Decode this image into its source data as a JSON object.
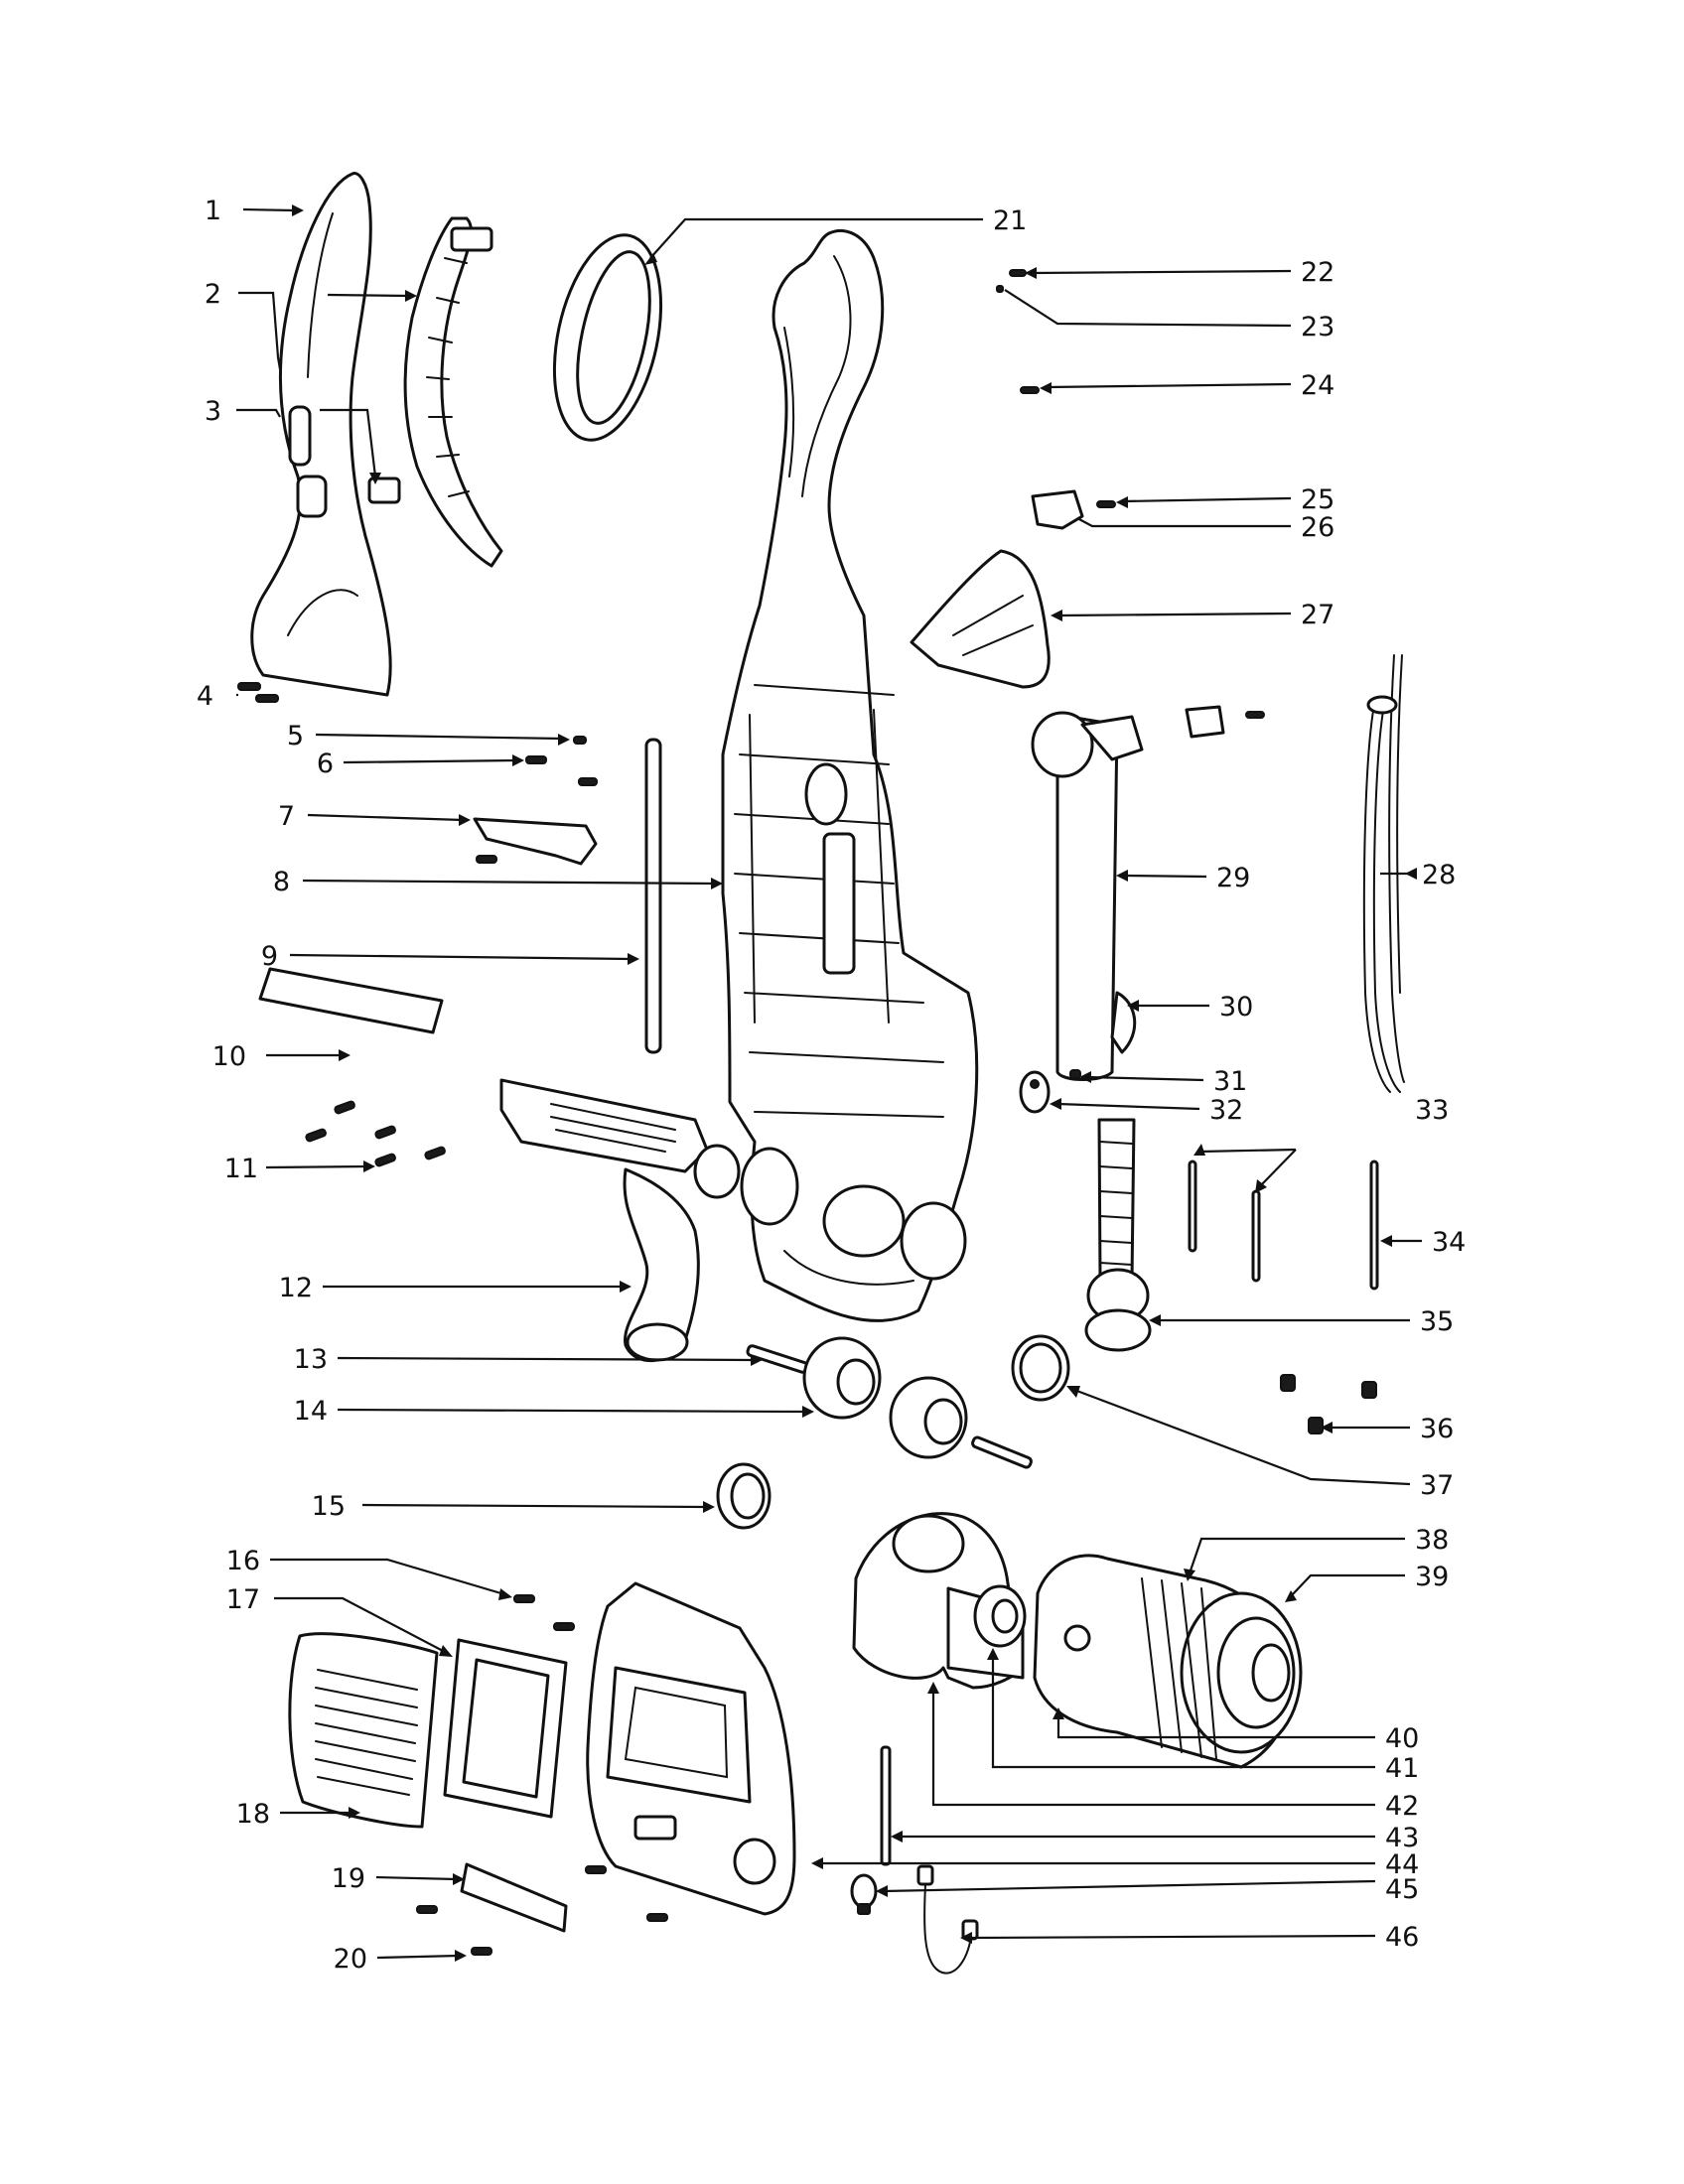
{
  "diagram": {
    "part_numbers": [
      "1",
      "2",
      "3",
      "4",
      "5",
      "6",
      "7",
      "8",
      "9",
      "10",
      "11",
      "12",
      "13",
      "14",
      "15",
      "16",
      "17",
      "18",
      "19",
      "20",
      "21",
      "22",
      "23",
      "24",
      "25",
      "26",
      "27",
      "28",
      "29",
      "30",
      "31",
      "32",
      "33",
      "34",
      "35",
      "36",
      "37",
      "38",
      "39",
      "40",
      "41",
      "42",
      "43",
      "44",
      "45",
      "46"
    ],
    "colors": {
      "ink": "#111111",
      "paper": "#ffffff"
    }
  }
}
